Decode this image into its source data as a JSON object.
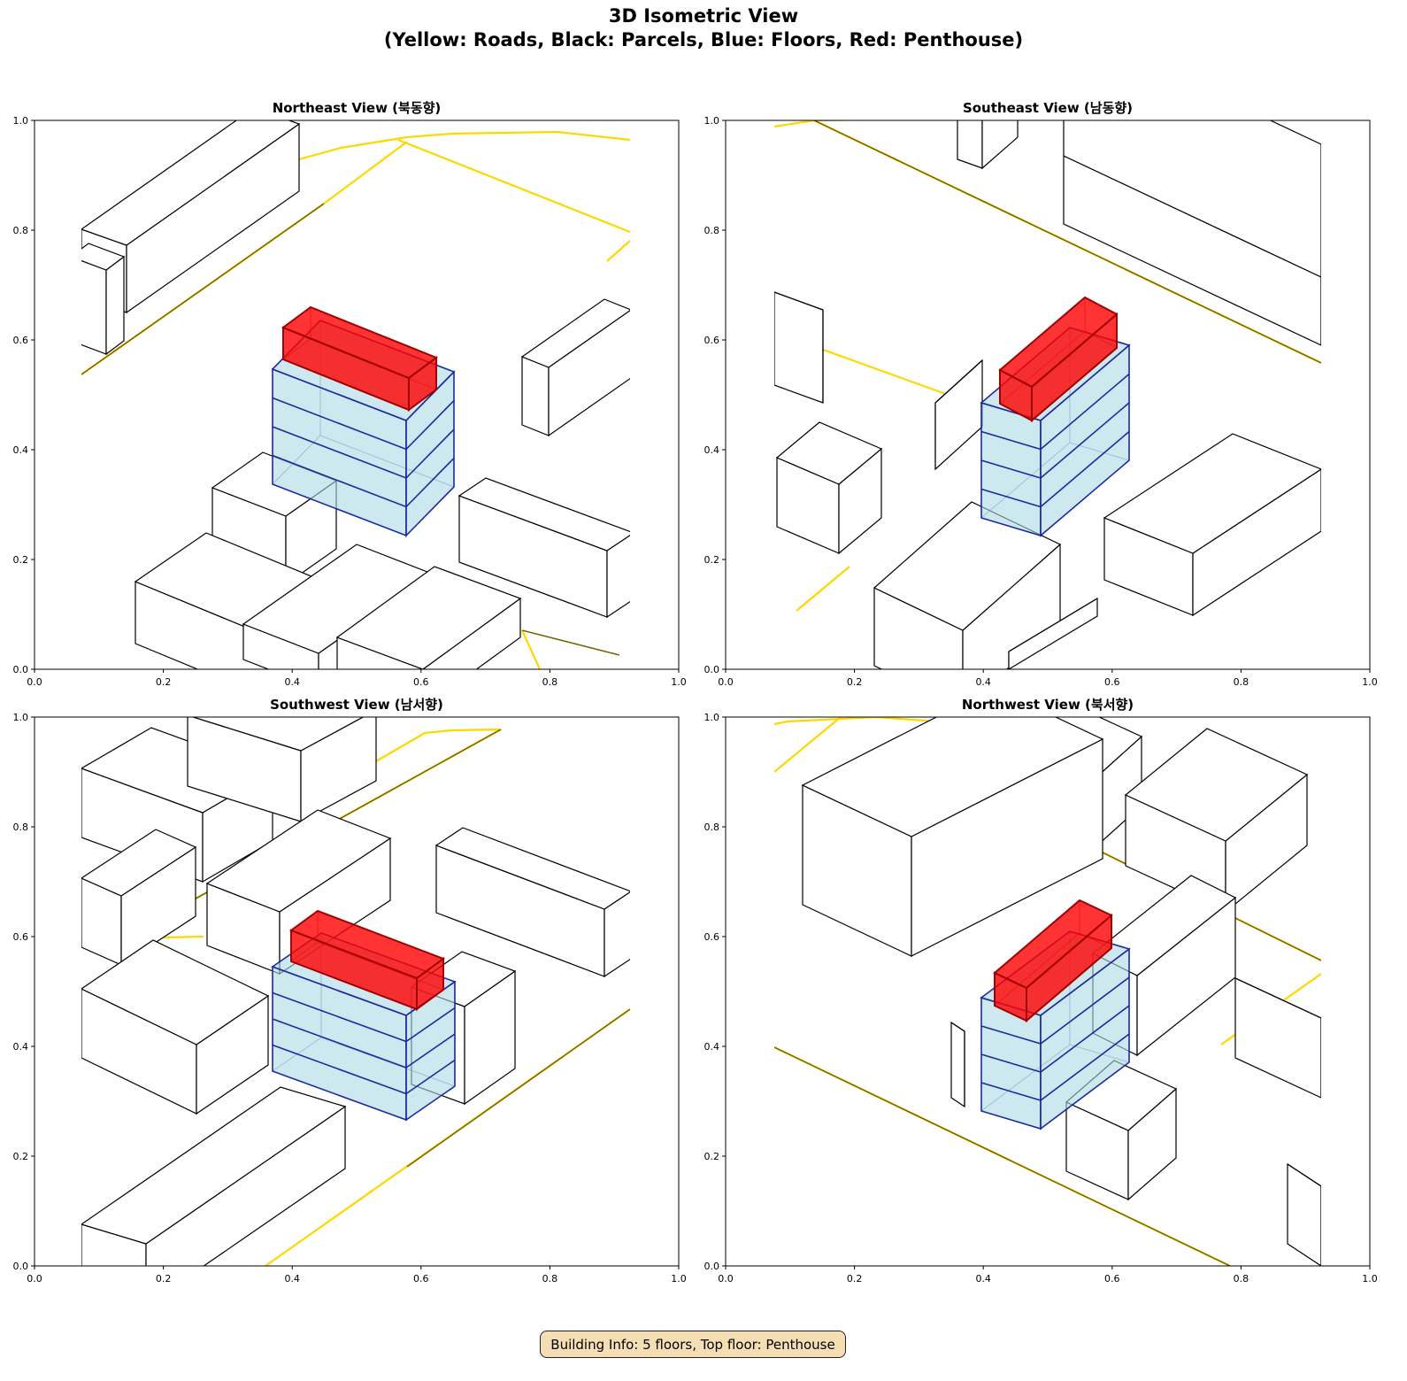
{
  "figure": {
    "title_line1": "3D Isometric View",
    "title_line2": "(Yellow: Roads, Black: Parcels, Blue: Floors, Red: Penthouse)",
    "info_box": "Building Info: 5 floors, Top floor: Penthouse"
  },
  "views": [
    {
      "title": "Northeast View (북동향)"
    },
    {
      "title": "Southeast View (남동향)"
    },
    {
      "title": "Southwest View (남서향)"
    },
    {
      "title": "Northwest View (북서향)"
    }
  ],
  "axes": {
    "xticks": [
      "0.0",
      "0.2",
      "0.4",
      "0.6",
      "0.8",
      "1.0"
    ],
    "yticks": [
      "0.0",
      "0.2",
      "0.4",
      "0.6",
      "0.8",
      "1.0"
    ]
  },
  "colors": {
    "road": "#ffd700",
    "parcel": "#000000",
    "floor_fill": "#add8e6",
    "floor_edge": "#1a2aa0",
    "penthouse": "#ff0000"
  },
  "building": {
    "floors": 5,
    "top_floor": "Penthouse"
  }
}
